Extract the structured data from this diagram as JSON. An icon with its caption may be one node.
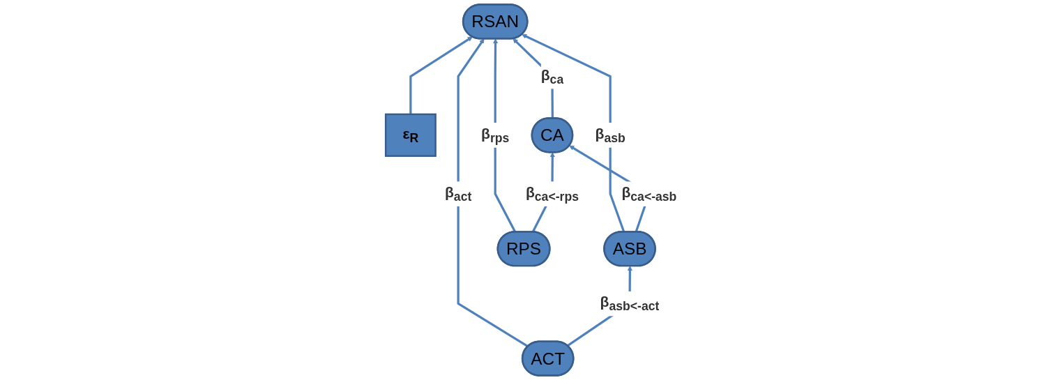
{
  "diagram": {
    "nodes": [
      {
        "text": [
          "RSAN"
        ]
      },
      {
        "text": [
          "ASB"
        ]
      },
      {
        "text": [
          "ACT"
        ]
      },
      {
        "text": [
          "ε$_{R}$"
        ]
      },
      {
        "text": [
          "CA"
        ]
      },
      {
        "text": [
          "RPS"
        ]
      }
    ],
    "edges": [
      {
        "from": 1,
        "to": 0,
        "arrow": "to",
        "label": "β$_{asb}$"
      },
      {
        "from": 2,
        "to": 0,
        "arrow": "to",
        "label": "β$_{act}$"
      },
      {
        "from": 3,
        "to": 0,
        "arrow": "to"
      },
      {
        "from": 4,
        "to": 0,
        "arrow": "to",
        "label": "β$_{ca}$"
      },
      {
        "from": 5,
        "to": 0,
        "arrow": "to",
        "label": "β$_{rps}$"
      },
      {
        "from": 2,
        "to": 1,
        "arrow": "to",
        "label": "β$_{asb<-act}$"
      },
      {
        "from": 5,
        "to": 4,
        "arrow": "to",
        "label": "β$_{ca<-rps}$"
      },
      {
        "from": 1,
        "to": 4,
        "arrow": "to",
        "label": "β$_{ca<-asb}$"
      }
    ]
  }
}
